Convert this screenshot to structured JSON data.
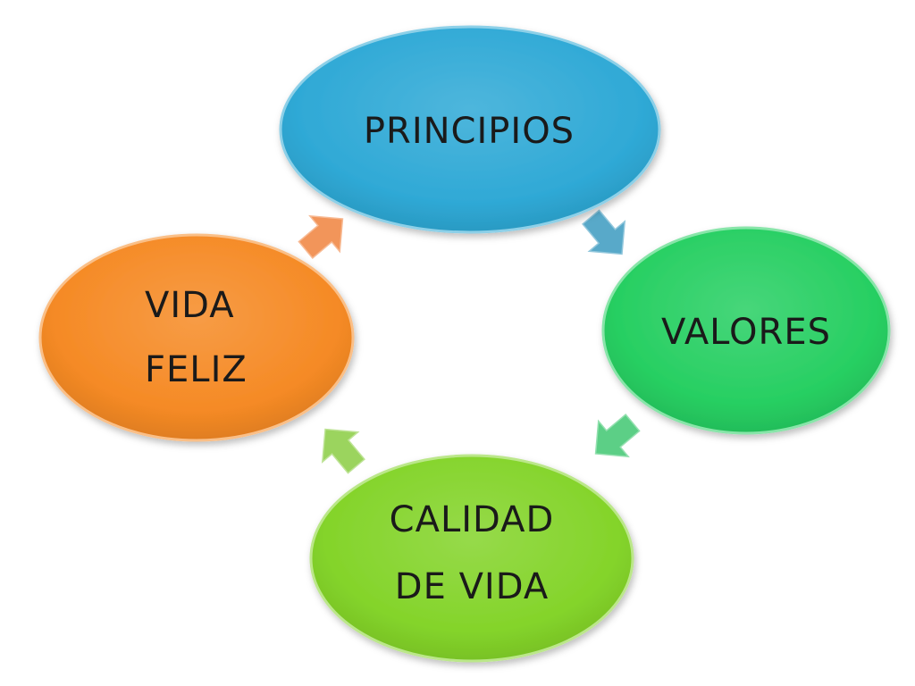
{
  "diagram": {
    "nodes": [
      {
        "id": "principios",
        "lines": [
          "PRINCIPIOS"
        ],
        "color": "#2fa9d6"
      },
      {
        "id": "valores",
        "lines": [
          "VALORES"
        ],
        "color": "#27cf62"
      },
      {
        "id": "calidad-de-vida",
        "lines": [
          "CALIDAD",
          "DE VIDA"
        ],
        "color": "#84d42a"
      },
      {
        "id": "vida-feliz",
        "lines": [
          "VIDA",
          "FELIZ"
        ],
        "color": "#f58a25"
      }
    ],
    "arrows": [
      {
        "from": "principios",
        "to": "valores",
        "color": "#58a9c9"
      },
      {
        "from": "valores",
        "to": "calidad-de-vida",
        "color": "#5ccf86"
      },
      {
        "from": "calidad-de-vida",
        "to": "vida-feliz",
        "color": "#9bd45e"
      },
      {
        "from": "vida-feliz",
        "to": "principios",
        "color": "#f2955a"
      }
    ]
  }
}
